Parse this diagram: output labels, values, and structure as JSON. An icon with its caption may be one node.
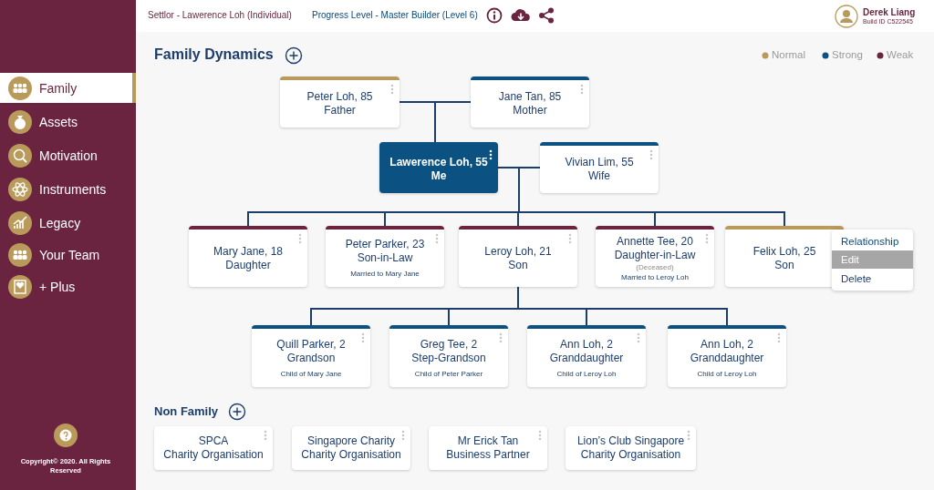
{
  "diagram": {
    "nodes": [
      {
        "text": [
          "Peter Loh, 85",
          "Father"
        ]
      },
      {
        "text": [
          "Jane Tan, 85",
          "Mother"
        ]
      },
      {
        "text": [
          "Lawerence Loh, 55",
          "Me"
        ]
      },
      {
        "text": [
          "Vivian Lim, 55",
          "Wife"
        ]
      },
      {
        "text": [
          "Mary Jane, 18",
          "Daughter"
        ]
      },
      {
        "text": [
          "Peter Parker, 23",
          "Son-in-Law",
          "Married to Mary Jane"
        ]
      },
      {
        "text": [
          "Leroy Loh, 21",
          "Son"
        ]
      },
      {
        "text": [
          "Annette Tee, 20",
          "Daughter-in-Law",
          "(Deceased)",
          "Married to Leroy Loh"
        ]
      },
      {
        "text": [
          "Felix Loh, 25",
          "Son"
        ]
      },
      {
        "text": [
          "Quill Parker, 2",
          "Grandson",
          "Child of Mary Jane"
        ]
      },
      {
        "text": [
          "Greg Tee, 2",
          "Step-Grandson",
          "Child of Peter Parker"
        ]
      },
      {
        "text": [
          "Ann Loh, 2",
          "Granddaughter",
          "Child of Leroy Loh"
        ]
      },
      {
        "text": [
          "Ann Loh, 2",
          "Granddaughter",
          "Child of Leroy Loh"
        ]
      },
      {
        "text": [
          "SPCA",
          "Charity Organisation"
        ]
      },
      {
        "text": [
          "Singapore Charity",
          "Charity Organisation"
        ]
      },
      {
        "text": [
          "Mr Erick Tan",
          "Business Partner"
        ]
      },
      {
        "text": [
          "Lion’s Club Singapore",
          "Charity Organisation"
        ]
      }
    ],
    "edges": [
      {
        "from": 0,
        "to": 1,
        "arrow": "none"
      },
      {
        "from": 0,
        "to": 2,
        "arrow": "none"
      },
      {
        "from": 1,
        "to": 2,
        "arrow": "none"
      },
      {
        "from": 2,
        "to": 3,
        "arrow": "none"
      },
      {
        "from": 2,
        "to": 4,
        "arrow": "none"
      },
      {
        "from": 2,
        "to": 5,
        "arrow": "none"
      },
      {
        "from": 2,
        "to": 6,
        "arrow": "none"
      },
      {
        "from": 2,
        "to": 7,
        "arrow": "none"
      },
      {
        "from": 2,
        "to": 8,
        "arrow": "none"
      },
      {
        "from": 3,
        "to": 4,
        "arrow": "none"
      },
      {
        "from": 3,
        "to": 5,
        "arrow": "none"
      },
      {
        "from": 3,
        "to": 6,
        "arrow": "none"
      },
      {
        "from": 3,
        "to": 7,
        "arrow": "none"
      },
      {
        "from": 3,
        "to": 8,
        "arrow": "none"
      },
      {
        "from": 6,
        "to": 9,
        "arrow": "none"
      },
      {
        "from": 6,
        "to": 10,
        "arrow": "none"
      },
      {
        "from": 6,
        "to": 11,
        "arrow": "none"
      },
      {
        "from": 6,
        "to": 12,
        "arrow": "none"
      }
    ],
    "labels": [
      "Settlor - Lawerence Loh (Individual)",
      "Progress Level - Master Builder (Level 6)",
      "Derek Liang",
      "Build ID C522545",
      "Family",
      "Assets",
      "Motivation",
      "Instruments",
      "Legacy",
      "Your Team",
      "+ Plus",
      "Copyright© 2020. All Rights Reserved",
      "Family Dynamics",
      "Non Family",
      "Relationship",
      "Edit",
      "Delete"
    ],
    "legend": [
      {
        "text": "Normal",
        "color": "#b99a5b"
      },
      {
        "text": "Strong",
        "color": "#0b5282"
      },
      {
        "text": "Weak",
        "color": "#6b2440"
      }
    ]
  }
}
